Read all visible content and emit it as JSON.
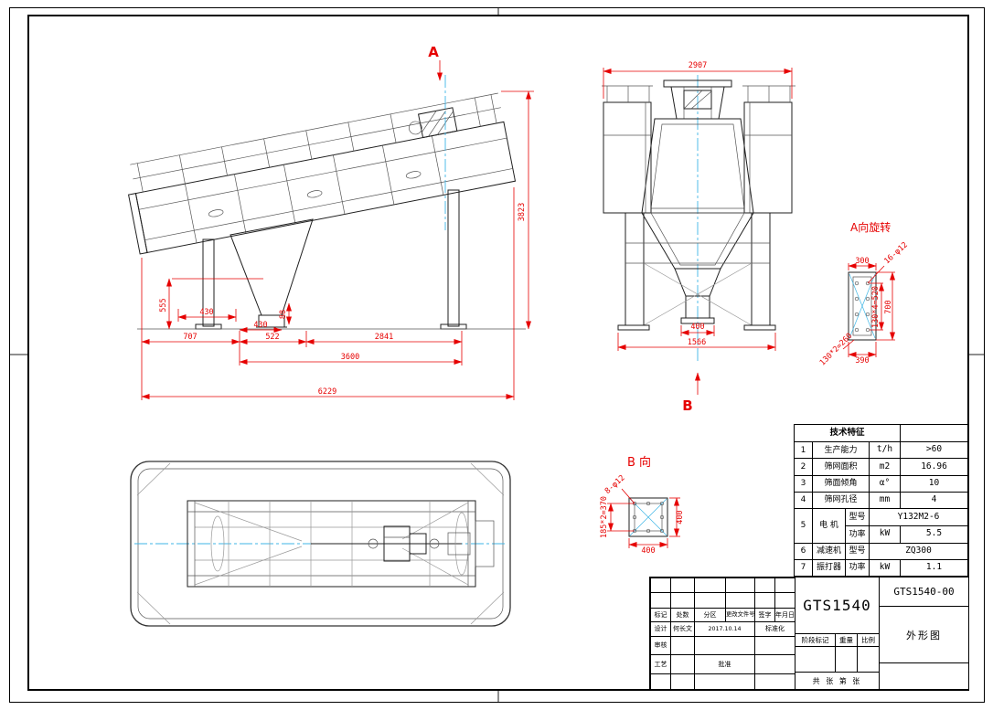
{
  "sheet": {
    "background": "#ffffff",
    "line_color": "#1f1f1f",
    "dimension_color": "#e60000",
    "centerline_color": "#3fb6e6"
  },
  "side_view": {
    "section_label": "A",
    "dims": {
      "total_length": "6229",
      "frame_length": "3600",
      "leg_span": "2841",
      "overhang": "707",
      "hopper_offset": "522",
      "leg_width": "430",
      "outlet_offset": "430",
      "outlet_height": "88",
      "discharge_height": "555",
      "total_height": "3823"
    }
  },
  "front_view": {
    "section_label": "B",
    "dims": {
      "total_width": "2907",
      "base_width": "1566",
      "outlet_width": "400"
    }
  },
  "detail_a": {
    "title": "A向旋转",
    "dims": {
      "inner_width": "300",
      "holes_note": "16-φ12",
      "hole_pitch_v": "130*4=520",
      "height": "700",
      "hole_pitch_h": "130*2=260",
      "width": "390"
    }
  },
  "detail_b": {
    "title": "B 向",
    "dims": {
      "holes_note": "8-φ12",
      "hole_pitch": "185*2=370",
      "width": "400",
      "height": "400"
    }
  },
  "spec_table": {
    "title": "技术特征",
    "rows": [
      {
        "no": "1",
        "name": "生产能力",
        "unit": "t/h",
        "value": ">60"
      },
      {
        "no": "2",
        "name": "筛网面积",
        "unit": "m2",
        "value": "16.96"
      },
      {
        "no": "3",
        "name": "筛面倾角",
        "unit": "α°",
        "value": "10"
      },
      {
        "no": "4",
        "name": "筛网孔径",
        "unit": "mm",
        "value": "4"
      }
    ],
    "motor": {
      "no": "5",
      "name": "电 机",
      "param1": "型号",
      "value1": "Y132M2-6",
      "param2": "功率",
      "unit2": "kW",
      "value2": "5.5"
    },
    "reducer": {
      "no": "6",
      "name": "减速机",
      "param1": "型号",
      "value1": "ZQ300"
    },
    "knocker": {
      "no": "7",
      "name": "振打器",
      "param1": "功率",
      "unit1": "kW",
      "value1": "1.1"
    }
  },
  "title_block": {
    "drawing_code": "GTS1540",
    "drawing_no": "GTS1540-00",
    "drawing_name": "外形图",
    "rev_mark": "标记",
    "rev_count": "处数",
    "rev_zone": "分区",
    "rev_doc": "更改文件号",
    "rev_sign": "签字",
    "rev_date": "年月日",
    "design_label": "设计",
    "designer": "何长文",
    "design_date": "2017.10.14",
    "standard_label": "标准化",
    "review_label": "审核",
    "process_label": "工艺",
    "approve_label": "批准",
    "stage_label": "阶段标记",
    "weight_label": "重量",
    "scale_label": "比例",
    "sheet_info": "共 张 第 张"
  }
}
